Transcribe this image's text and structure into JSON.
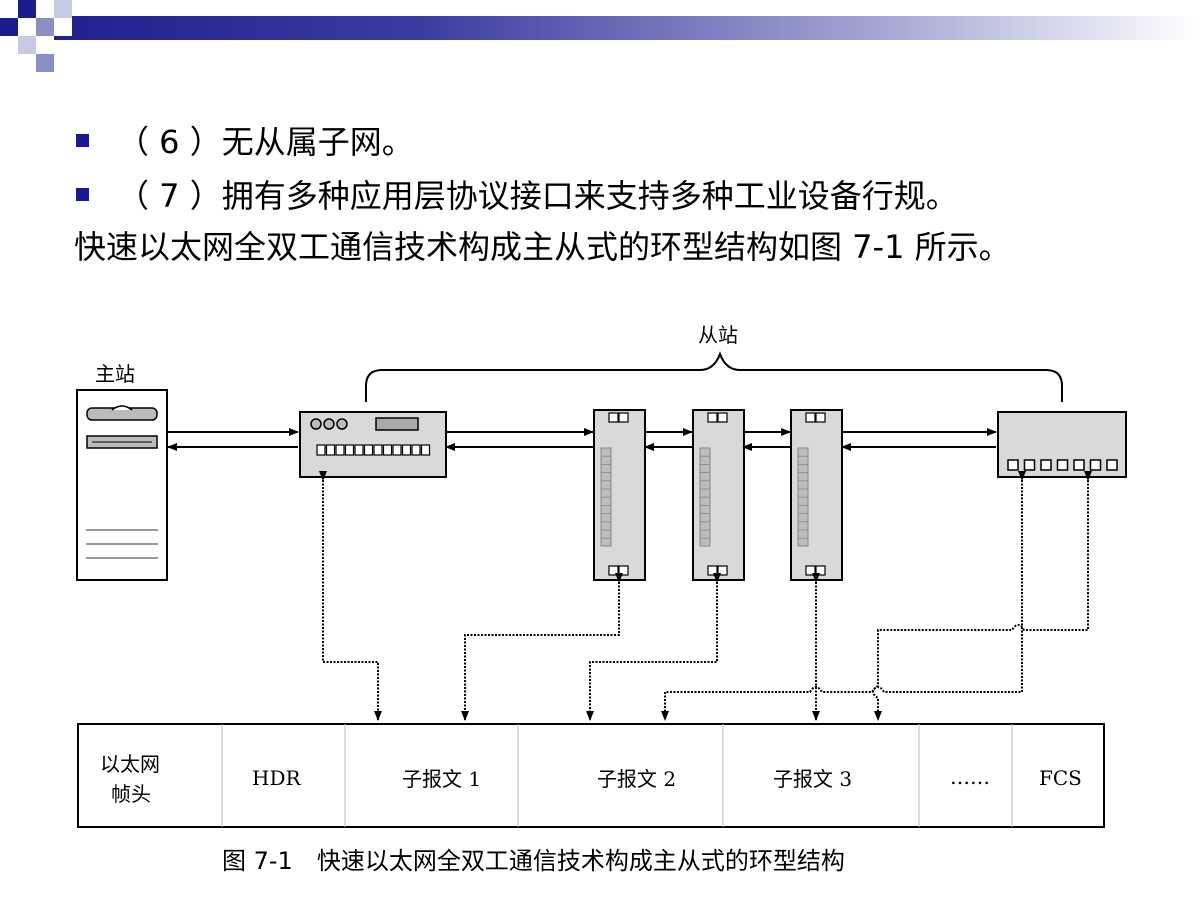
{
  "header_bar": {
    "gradient_start": "#1c1c8e",
    "gradient_end": "#ffffff",
    "square_color": "#8a8fc4"
  },
  "bullets": [
    {
      "text": "（ 6 ）无从属子网。"
    },
    {
      "text": "（ 7 ）拥有多种应用层协议接口来支持多种工业设备行规。"
    }
  ],
  "paragraph": "快速以太网全双工通信技术构成主从式的环型结构如图 7-1 所示。",
  "diagram": {
    "master_label": "主站",
    "slave_label": "从站",
    "frame_fields": [
      "以太网",
      "帧头",
      "HDR",
      "子报文 1",
      "子报文 2",
      "子报文 3",
      "……",
      "FCS"
    ]
  },
  "caption": "图 7-1　快速以太网全双工通信技术构成主从式的环型结构"
}
